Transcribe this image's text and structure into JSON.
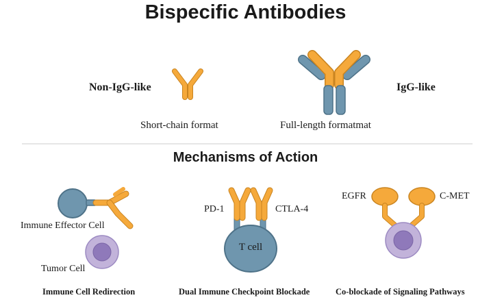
{
  "title": "Bispecific Antibodies",
  "formats": {
    "non_igg_label": "Non-IgG-like",
    "igg_label": "IgG-like",
    "short_chain_caption": "Short-chain format",
    "full_length_caption": "Full-length formatmat"
  },
  "mechanisms": {
    "heading": "Mechanisms of Action",
    "redirection": {
      "effector_label": "Immune Effector Cell",
      "tumor_label": "Tumor Cell",
      "caption": "Immune Cell Redirection"
    },
    "checkpoint": {
      "pd1_label": "PD-1",
      "ctla4_label": "CTLA-4",
      "tcell_label": "T cell",
      "caption": "Dual Immune Checkpoint Blockade"
    },
    "signaling": {
      "egfr_label": "EGFR",
      "cmet_label": "C-MET",
      "caption": "Co-blockade of Signaling Pathways"
    }
  },
  "colors": {
    "antibody_orange": "#F5A93B",
    "antibody_outline": "#C98420",
    "heavy_chain_blue": "#6F96AE",
    "blue_outline": "#4E7288",
    "tumor_purple": "#C2B3DA",
    "tumor_nucleus": "#8F79BA",
    "divider": "#cccccc"
  }
}
